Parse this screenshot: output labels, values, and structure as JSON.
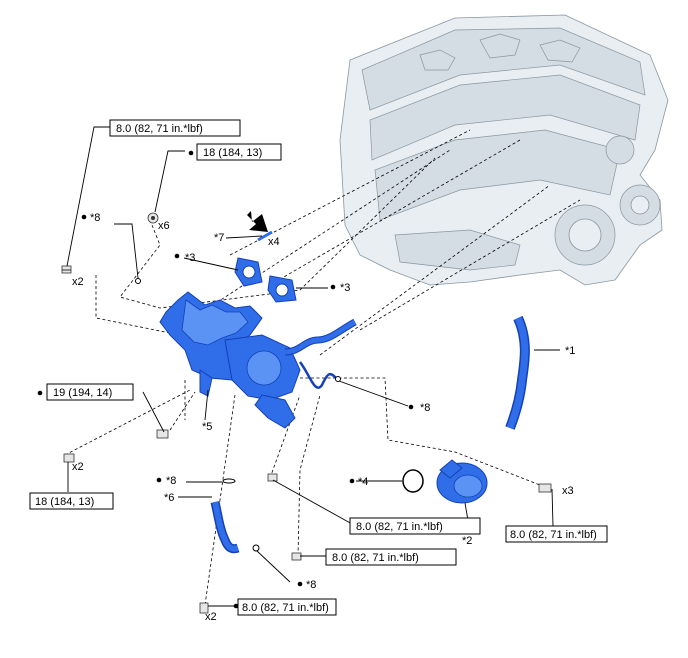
{
  "callouts": {
    "c1": "*1",
    "c2": "*2",
    "c3a": "*3",
    "c3b": "*3",
    "c4": "*4",
    "c5": "*5",
    "c6": "*6",
    "c7": "*7",
    "c8_top": "*8",
    "c8_mid": "*8",
    "c8_low": "*8",
    "c8_bottom": "*8"
  },
  "quantities": {
    "x6": "x6",
    "x4": "x4",
    "x2_top": "x2",
    "x2_left": "x2",
    "x2_bottom": "x2",
    "x3": "x3"
  },
  "torque": {
    "t_top_left": "8.0 (82, 71 in.*lbf)",
    "t_top_mid": "18 (184, 13)",
    "t_left_19": "19 (194, 14)",
    "t_left_18": "18 (184, 13)",
    "t_center_a": "8.0 (82, 71 in.*lbf)",
    "t_center_b": "8.0 (82, 71 in.*lbf)",
    "t_right": "8.0 (82, 71 in.*lbf)",
    "t_bottom": "8.0 (82, 71 in.*lbf)"
  },
  "colors": {
    "part_blue": "#2f6ee8",
    "engine_gray": "#e8eef2"
  }
}
